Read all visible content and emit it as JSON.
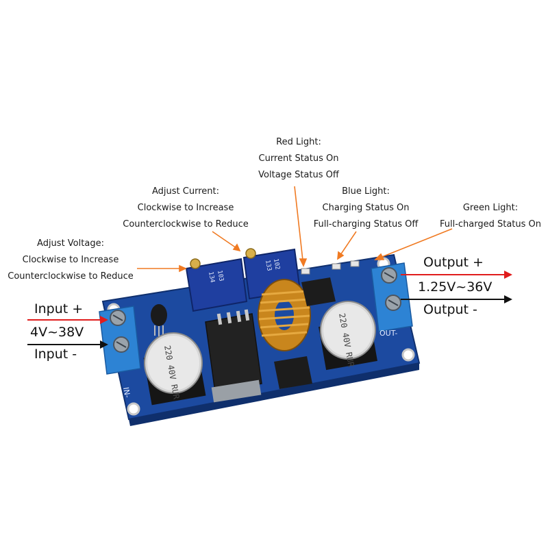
{
  "annotations": {
    "red_light": {
      "line1": "Red Light:",
      "line2": "Current Status On",
      "line3": "Voltage Status Off"
    },
    "blue_light": {
      "line1": "Blue Light:",
      "line2": "Charging Status On",
      "line3": "Full-charging Status Off"
    },
    "green_light": {
      "line1": "Green Light:",
      "line2": "Full-charged Status On"
    },
    "adjust_current": {
      "line1": "Adjust Current:",
      "line2": "Clockwise to Increase",
      "line3": "Counterclockwise to Reduce"
    },
    "adjust_voltage": {
      "line1": "Adjust Voltage:",
      "line2": "Clockwise to Increase",
      "line3": "Counterclockwise to Reduce"
    }
  },
  "input": {
    "plus": "Input +",
    "range": "4V~38V",
    "minus": "Input -"
  },
  "output": {
    "plus": "Output +",
    "range": "1.25V~36V",
    "minus": "Output -"
  },
  "board_marks": {
    "pot_left_1": "103",
    "pot_left_2": "134",
    "pot_right_1": "102",
    "pot_right_2": "133",
    "cap_left": "220 40V RUR",
    "cap_right": "220 40V RUR",
    "in_minus": "IN-",
    "out_minus": "OUT-"
  },
  "colors": {
    "board": "#1e4fa8",
    "terminal": "#2e86d6",
    "arrow_red": "#e01c1c",
    "arrow_black": "#111111",
    "leader_orange": "#f07a22",
    "coil": "#c98a1e"
  }
}
